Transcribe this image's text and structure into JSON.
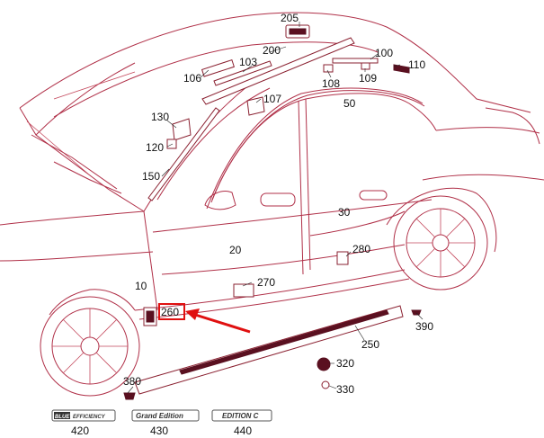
{
  "parts": {
    "p10": "10",
    "p20": "20",
    "p30": "30",
    "p50": "50",
    "p100": "100",
    "p103": "103",
    "p106": "106",
    "p107": "107",
    "p108": "108",
    "p109": "109",
    "p110": "110",
    "p120": "120",
    "p130": "130",
    "p150": "150",
    "p200": "200",
    "p205": "205",
    "p250": "250",
    "p260": "260",
    "p270": "270",
    "p280": "280",
    "p320": "320",
    "p330": "330",
    "p380": "380",
    "p390": "390",
    "p420": "420",
    "p430": "430",
    "p440": "440"
  },
  "badges": {
    "blue_efficiency_a": "BLUE",
    "blue_efficiency_b": "EFFICIENCY",
    "grand_edition": "Grand Edition",
    "edition_c": "EDITION C"
  },
  "highlight": {
    "part": "260",
    "color": "#e01010"
  },
  "colors": {
    "outline": "#b03048",
    "highlight": "#e01010"
  }
}
